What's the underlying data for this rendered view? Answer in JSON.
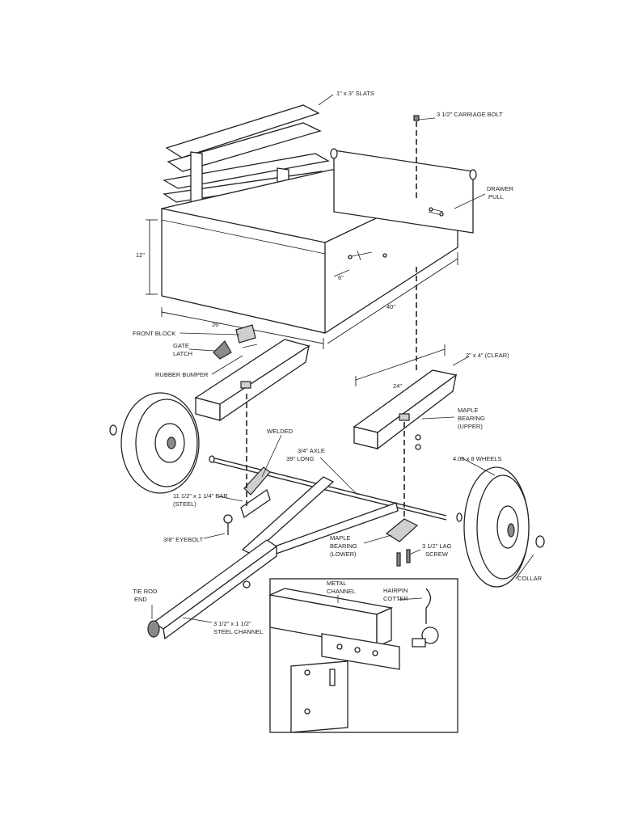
{
  "labels": {
    "slats": "1\" x 3\" SLATS",
    "carriage_bolt": "3 1/2\" CARRIAGE BOLT",
    "drawer_pull_1": "DRAWER",
    "drawer_pull_2": "PULL",
    "dim_12": "12\"",
    "dim_6": "6\"",
    "dim_40": "40\"",
    "dim_26": "26\"",
    "dim_24": "24\"",
    "front_block": "FRONT BLOCK",
    "gate_latch_1": "GATE",
    "gate_latch_2": "LATCH",
    "rubber_bumper": "RUBBER BUMPER",
    "clear_2x4": "2\" x 4\" (CLEAR)",
    "maple_upper_1": "MAPLE",
    "maple_upper_2": "BEARING",
    "maple_upper_3": "(UPPER)",
    "welded": "WELDED",
    "axle_1": "3/4\" AXLE",
    "axle_2": "39\" LONG",
    "wheels": "4.00 x 8 WHEELS",
    "bar_1": "11 1/2\" x 1 1/4\" BAR",
    "bar_2": "(STEEL)",
    "eyebolt": "3/8\" EYEBOLT",
    "maple_lower_1": "MAPLE",
    "maple_lower_2": "BEARING",
    "maple_lower_3": "(LOWER)",
    "lag_1": "3 1/2\" LAG",
    "lag_2": "SCREW",
    "collar": "COLLAR",
    "tie_rod_1": "TIE ROD",
    "tie_rod_2": "END",
    "channel_1": "3 1/2\" x 1 1/2\"",
    "channel_2": "STEEL CHANNEL",
    "metal_channel_1": "METAL",
    "metal_channel_2": "CHANNEL",
    "hairpin_1": "HAIRPIN",
    "hairpin_2": "COTTER"
  },
  "colors": {
    "line": "#222222",
    "background": "#ffffff"
  }
}
